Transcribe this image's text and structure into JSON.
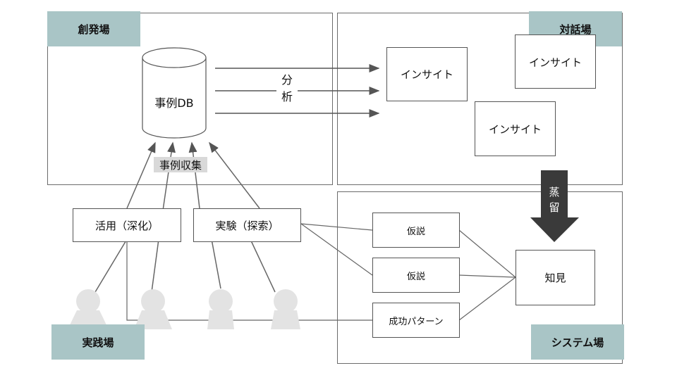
{
  "regions": {
    "creation": "創発場",
    "dialogue": "対話場",
    "system": "システム場",
    "practice": "実践場"
  },
  "database": {
    "label": "事例DB"
  },
  "analysis_label": [
    "分",
    "析"
  ],
  "case_collection_label": "事例収集",
  "insights": [
    "インサイト",
    "インサイト",
    "インサイト"
  ],
  "practice_boxes": {
    "utilize": "活用（深化）",
    "experiment": "実験（探索）"
  },
  "hypotheses": [
    "仮説",
    "仮説"
  ],
  "success_pattern": "成功パターン",
  "knowledge": "知見",
  "distill_label": [
    "蒸",
    "留"
  ],
  "colors": {
    "tag": "#a9c5c6",
    "person": "#e3e3e3",
    "arrow_dark": "#3a3a3a",
    "line": "#666666"
  }
}
